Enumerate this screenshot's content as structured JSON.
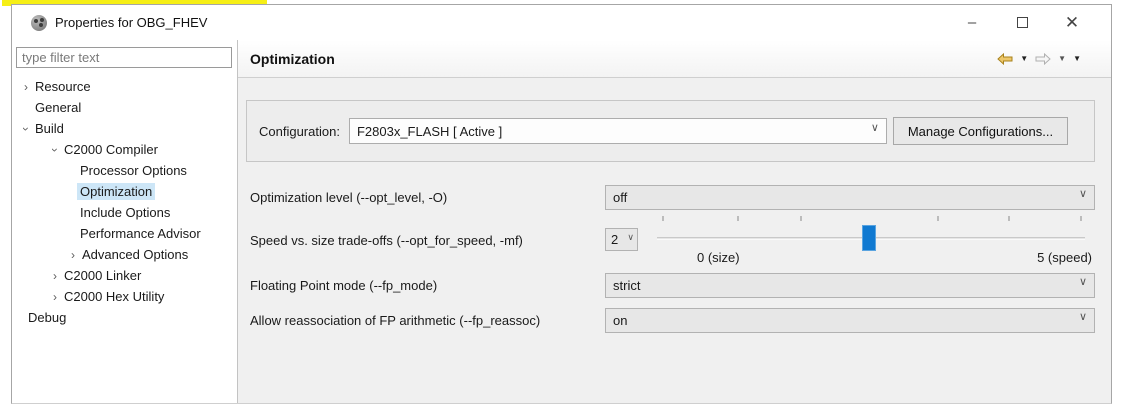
{
  "window": {
    "title": "Properties for OBG_FHEV",
    "minimize_glyph": "–",
    "close_glyph": "✕"
  },
  "sidebar": {
    "filter_placeholder": "type filter text",
    "tree": [
      {
        "label": "Resource",
        "state": "collapsed"
      },
      {
        "label": "General",
        "state": "none"
      },
      {
        "label": "Build",
        "state": "expanded"
      },
      {
        "label": "C2000 Compiler",
        "state": "expanded"
      },
      {
        "label": "Processor Options",
        "state": "none"
      },
      {
        "label": "Optimization",
        "state": "none",
        "selected": true
      },
      {
        "label": "Include Options",
        "state": "none"
      },
      {
        "label": "Performance Advisor",
        "state": "none"
      },
      {
        "label": "Advanced Options",
        "state": "collapsed"
      },
      {
        "label": "C2000 Linker",
        "state": "collapsed"
      },
      {
        "label": "C2000 Hex Utility",
        "state": "collapsed"
      },
      {
        "label": "Debug",
        "state": "none"
      }
    ],
    "chevron_collapsed": "›",
    "chevron_expanded": "›"
  },
  "main": {
    "page_title": "Optimization",
    "configuration": {
      "label": "Configuration:",
      "value": "F2803x_FLASH [ Active ]",
      "manage_button": "Manage Configurations...",
      "dropdown_glyph": "∨"
    },
    "fields": {
      "opt_level": {
        "label": "Optimization level (--opt_level, -O)",
        "value": "off"
      },
      "opt_speed": {
        "label": "Speed vs. size trade-offs (--opt_for_speed, -mf)",
        "value": "2",
        "slider_min_label": "0 (size)",
        "slider_max_label": "5 (speed)",
        "slider_min": 0,
        "slider_max": 5
      },
      "fp_mode": {
        "label": "Floating Point mode (--fp_mode)",
        "value": "strict"
      },
      "fp_reassoc": {
        "label": "Allow reassociation of FP arithmetic (--fp_reassoc)",
        "value": "on"
      }
    },
    "dropdown_glyph": "∨"
  },
  "colors": {
    "accent_slider_thumb": "#1079d1",
    "tree_selection": "#cde6f7",
    "highlight_strip": "#f6ef16",
    "back_arrow_gold": "#edc76a"
  }
}
